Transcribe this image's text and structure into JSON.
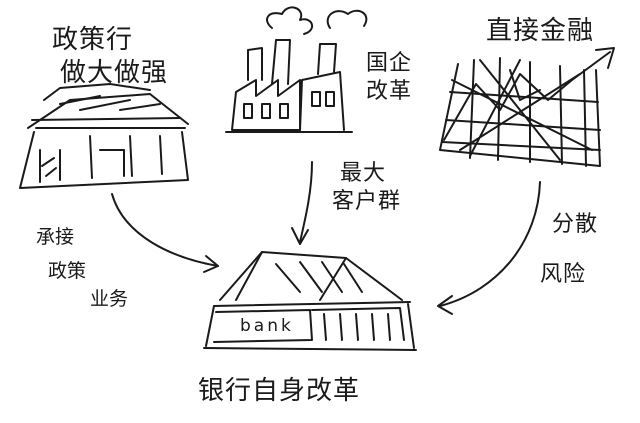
{
  "nodes": {
    "policy_bank": {
      "line1": "政策行",
      "line2": "做大做强"
    },
    "soe_reform": {
      "line1": "国企",
      "line2": "改革"
    },
    "direct_finance": {
      "label": "直接金融"
    },
    "bank": {
      "sign": "bank",
      "caption": "银行自身改革"
    }
  },
  "edges": {
    "policy_to_bank": {
      "line1": "承接",
      "line2": "政策",
      "line3": "业务"
    },
    "soe_to_bank": {
      "line1": "最大",
      "line2": "客户群"
    },
    "finance_to_bank": {
      "line1": "分散",
      "line2": "风险"
    }
  },
  "colors": {
    "ink": "#1a1a1a",
    "paper": "#ffffff"
  }
}
